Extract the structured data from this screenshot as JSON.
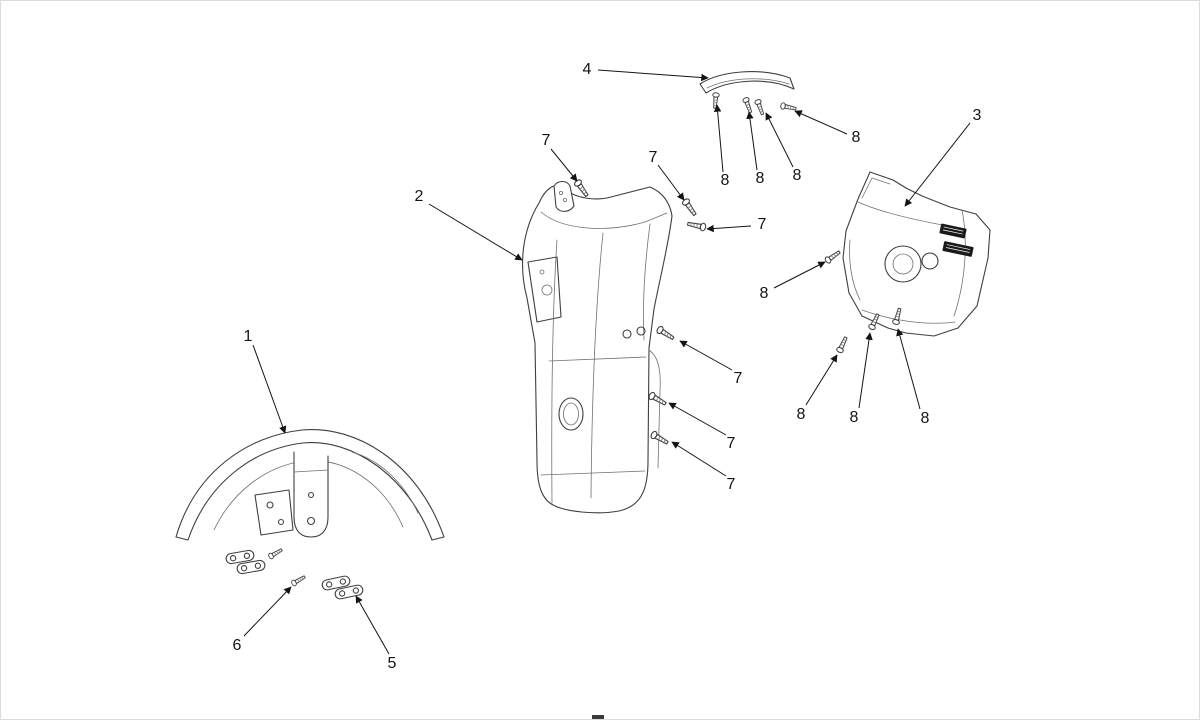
{
  "diagram": {
    "type": "exploded-parts-diagram",
    "description": "Motorcycle front bodywork exploded parts diagram with numbered callouts",
    "background_color": "#ffffff",
    "line_color": "#3f3f3f",
    "label_color": "#141414",
    "parts": [
      {
        "number": "1",
        "name": "front-fender"
      },
      {
        "number": "2",
        "name": "front-panel"
      },
      {
        "number": "3",
        "name": "headlight-housing"
      },
      {
        "number": "4",
        "name": "upper-cover"
      },
      {
        "number": "5",
        "name": "link-plate-set"
      },
      {
        "number": "6",
        "name": "small-screw"
      },
      {
        "number": "7",
        "name": "screw-type-7"
      },
      {
        "number": "8",
        "name": "screw-type-8"
      }
    ]
  }
}
